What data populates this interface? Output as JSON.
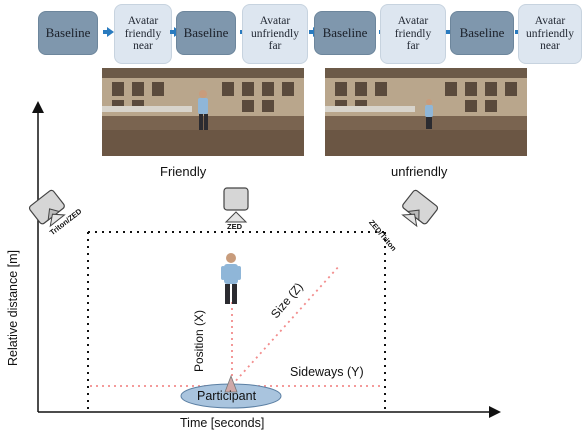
{
  "flow": {
    "baseline_label": "Baseline",
    "conditions": [
      "Avatar\nfriendly\nnear",
      "Avatar\nunfriendly\nfar",
      "Avatar\nfriendly\nfar",
      "Avatar\nunfriendly\nnear"
    ]
  },
  "photos": {
    "left_caption": "Friendly",
    "right_caption": "unfriendly"
  },
  "cameras": {
    "left": "Triton/ZED",
    "center": "ZED",
    "right": "ZED/Triton"
  },
  "axes": {
    "y_label": "Relative distance [m]",
    "x_label": "Time [seconds]"
  },
  "labels": {
    "position": "Position (X)",
    "size": "Size (Z)",
    "sideways": "Sideways (Y)",
    "participant": "Participant"
  },
  "colors": {
    "baseline_block": "#7f97ad",
    "avatar_block": "#dde6f0",
    "arrow": "#2a7bbf",
    "guide_lines": "#f28c8c",
    "participant_ellipse": "#a9c4de"
  }
}
